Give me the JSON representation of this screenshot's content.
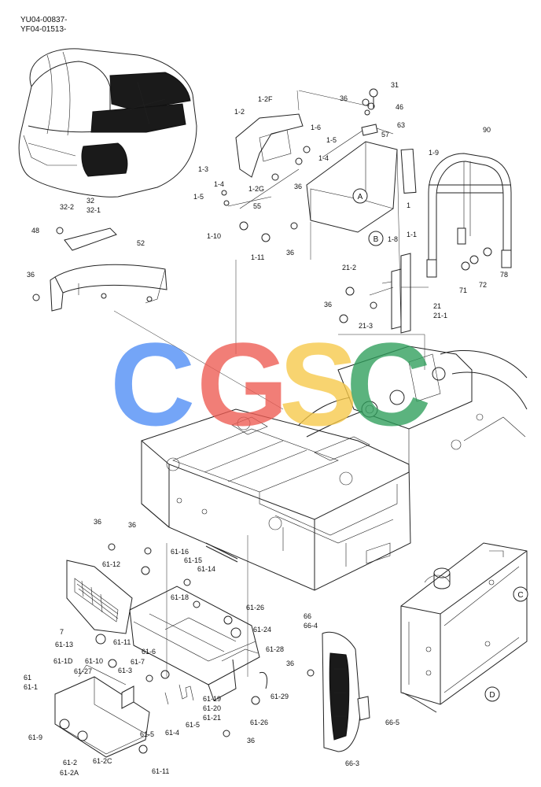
{
  "header": {
    "code_1": "YU04-00837-",
    "code_2": "YF04-01513-"
  },
  "watermark": {
    "letters": [
      "C",
      "G",
      "S",
      "C"
    ],
    "colors": [
      "#4e8cf5",
      "#ee5b52",
      "#f7c948",
      "#2e9e5b"
    ]
  },
  "callouts": [
    "A",
    "B",
    "C",
    "D"
  ],
  "part_labels": {
    "p31": "31",
    "p36a": "36",
    "p46": "46",
    "p63": "63",
    "p57": "57",
    "p1_2F": "1-2F",
    "p1_2": "1-2",
    "p1_6": "1-6",
    "p1_5a": "1-5",
    "p1_4a": "1-4",
    "p1_9": "1-9",
    "p90": "90",
    "p1_3": "1-3",
    "p1_2G": "1-2G",
    "p36b": "36",
    "p1_4b": "1-4",
    "p1_5b": "1-5",
    "p55": "55",
    "p1": "1",
    "p1_1": "1-1",
    "p1_8": "1-8",
    "p1_10": "1-10",
    "p1_11": "1-11",
    "p36c": "36",
    "p32": "32",
    "p32_2": "32-2",
    "p32_1": "32-1",
    "p48": "48",
    "p52": "52",
    "p36d": "36",
    "p21_2": "21-2",
    "p36e": "36",
    "p21_3": "21-3",
    "p21": "21",
    "p21_1": "21-1",
    "p71": "71",
    "p72": "72",
    "p78": "78",
    "p36f": "36",
    "p36g": "36",
    "p61_16": "61-16",
    "p61_15": "61-15",
    "p61_14": "61-14",
    "p61_12": "61-12",
    "p61_18": "61-18",
    "p7": "7",
    "p61_13": "61-13",
    "p61_11a": "61-11",
    "p61_26a": "61-26",
    "p61_24": "61-24",
    "p61_28": "61-28",
    "p61_6": "61-6",
    "p61_7": "61-7",
    "p61_3": "61-3",
    "p61_10": "61-10",
    "p61_1D": "61-1D",
    "p61_27": "61-27",
    "p61": "61",
    "p61_1": "61-1",
    "p61_19": "61-19",
    "p61_20": "61-20",
    "p61_21": "61-21",
    "p61_5a": "61-5",
    "p61_4": "61-4",
    "p61_5b": "61-5",
    "p61_29": "61-29",
    "p61_26b": "61-26",
    "p36h": "36",
    "p61_9": "61-9",
    "p61_2": "61-2",
    "p61_2A": "61-2A",
    "p61_2C": "61-2C",
    "p61_11b": "61-11",
    "p66": "66",
    "p66_4": "66-4",
    "p36i": "36",
    "p66_5": "66-5",
    "p66_3": "66-3"
  }
}
